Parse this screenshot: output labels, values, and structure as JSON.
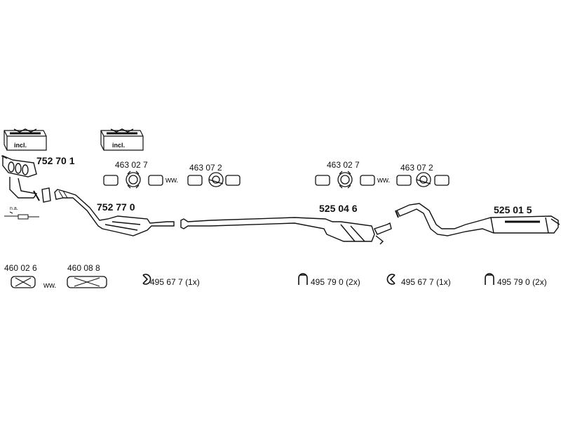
{
  "diagram": {
    "parts": {
      "manifold": {
        "number": "752 70 1"
      },
      "catalyst": {
        "number": "752 77 0"
      },
      "middle_silencer": {
        "number": "525 04 6"
      },
      "rear_silencer": {
        "number": "525 01 5"
      }
    },
    "included_boxes": [
      {
        "label": "incl."
      },
      {
        "label": "incl."
      }
    ],
    "clamp_sets": [
      {
        "left_number": "463 02 7",
        "right_number": "463 07 2",
        "separator": "ww."
      },
      {
        "left_number": "463 02 7",
        "right_number": "463 07 2",
        "separator": "ww."
      }
    ],
    "sensor_note": "n.a.",
    "repair_pipes": {
      "left_number": "460 02 6",
      "right_number": "460 08 8",
      "separator": "ww."
    },
    "mountings": [
      {
        "number": "495 67 7",
        "qty": "(1x)"
      },
      {
        "number": "495 79 0",
        "qty": "(2x)"
      },
      {
        "number": "495 67 7",
        "qty": "(1x)"
      },
      {
        "number": "495 79 0",
        "qty": "(2x)"
      }
    ]
  }
}
